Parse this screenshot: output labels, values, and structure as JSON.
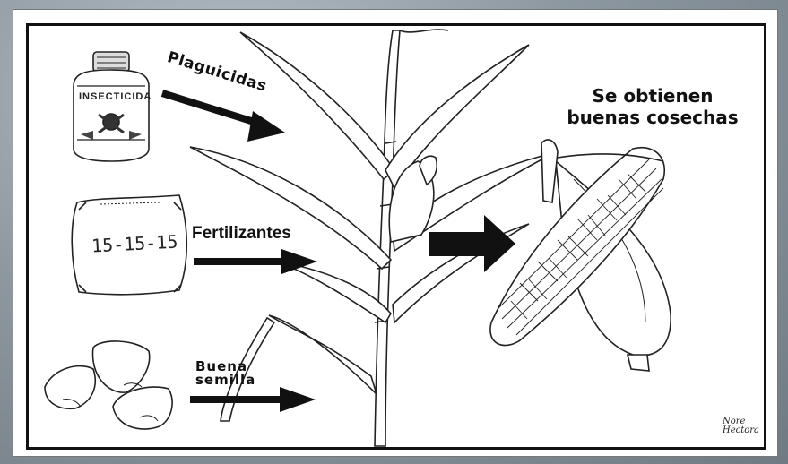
{
  "labels": {
    "pesticides": "Plaguicidas",
    "fertilizers": "Fertilizantes",
    "seed_line1": "Buena",
    "seed_line2": "semilla",
    "result_line1": "Se obtienen",
    "result_line2": "buenas cosechas"
  },
  "bag_label": "15-15-15",
  "bottle_label": "INSECTICIDA",
  "signature_line1": "Nore",
  "signature_line2": "Hectora",
  "icons": [
    "insecticide-bottle-icon",
    "fertilizer-bag-icon",
    "seed-kernels-icon",
    "corn-plant-icon",
    "corn-cob-icon",
    "skull-icon"
  ]
}
